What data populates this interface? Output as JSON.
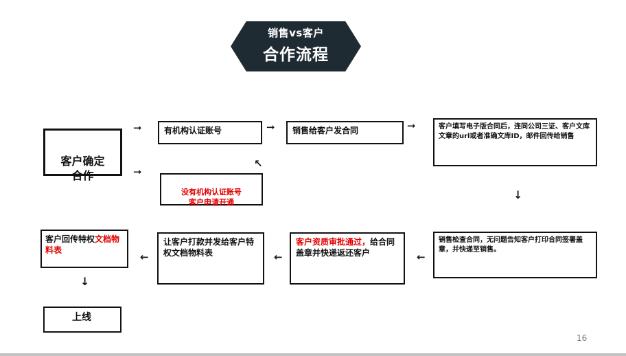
{
  "title": {
    "line1": "销售vs客户",
    "line2": "合作流程"
  },
  "nodes": {
    "start": "客户确定\n合作",
    "has_account": "有机构认证账号",
    "no_account": "没有机构认证账号\n客户申请开通",
    "send_contract": "销售给客户发合同",
    "fill_contract": "客户填写电子版合同后，连同公司三证、客户文库文章的url或者准确文库ID，邮件回传给销售",
    "check_contract": "销售检查合同，无问题告知客户打印合同签署盖章，并快递至销售。",
    "approve_red": "客户资质审批通过，",
    "approve_rest": "给合同盖章并快递返还客户",
    "payment": "让客户打款并发给客户特权文档物料表",
    "return_black": "客户回传特权",
    "return_red": "文档物料表",
    "online": "上线"
  },
  "arrows": {
    "right": "➞",
    "down": "↓",
    "left": "←",
    "up_left": "↖"
  },
  "page_number": "16",
  "colors": {
    "banner": "#1f2b33",
    "highlight": "#e10000",
    "border": "#111111"
  }
}
